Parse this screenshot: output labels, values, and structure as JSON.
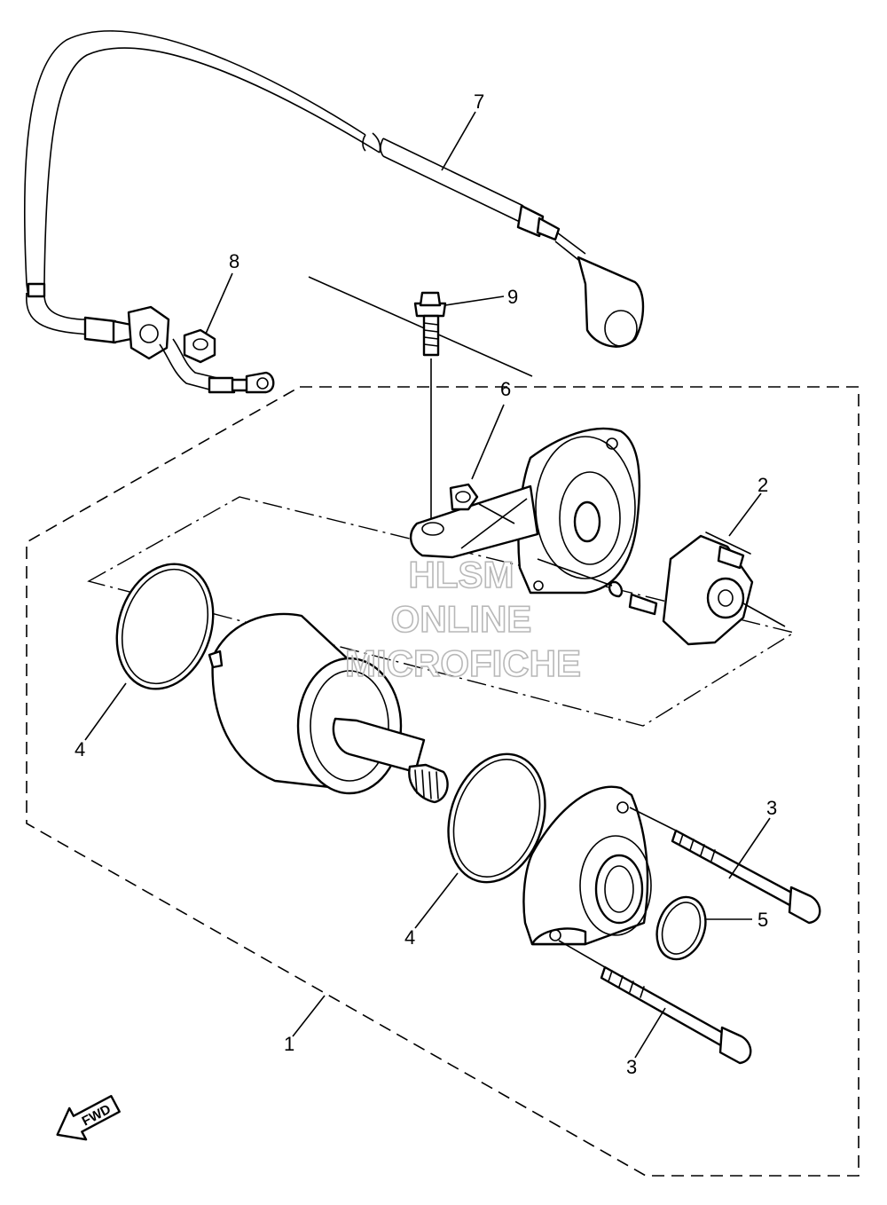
{
  "callouts": {
    "c1": "1",
    "c2": "2",
    "c3a": "3",
    "c3b": "3",
    "c4a": "4",
    "c4b": "4",
    "c5": "5",
    "c6": "6",
    "c7": "7",
    "c8": "8",
    "c9": "9"
  },
  "watermark": {
    "line1": "HLSM",
    "line2": "ONLINE",
    "line3": "MICROFICHE"
  },
  "fwd_label": "FWD"
}
